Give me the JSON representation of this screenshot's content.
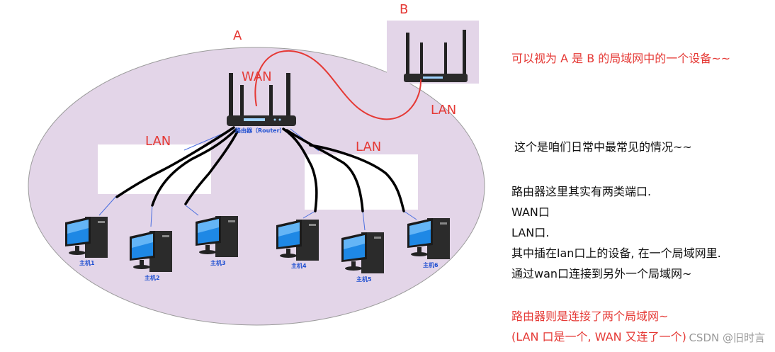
{
  "diagram": {
    "label_a": "A",
    "label_b": "B",
    "label_wan": "WAN",
    "label_lan_b": "LAN",
    "label_lan_left": "LAN",
    "label_lan_right": "LAN",
    "router_caption": "路由器（Router）",
    "hosts": [
      "主机1",
      "主机2",
      "主机3",
      "主机4",
      "主机5",
      "主机6"
    ]
  },
  "notes": {
    "top_note": "可以视为 A 是 B 的局域网中的一个设备~~",
    "line1": "这个是咱们日常中最常见的情况~~",
    "line2": "路由器这里其实有两类端口.",
    "line3": "WAN口",
    "line4": "LAN口.",
    "line5": "其中插在lan口上的设备, 在一个局域网里.",
    "line6": "通过wan口连接到另外一个局域网~",
    "red1": "路由器则是连接了两个局域网~",
    "red2": "(LAN 口是一个, WAN 又连了一个)"
  },
  "watermark": "CSDN @旧时言",
  "colors": {
    "ellipse_fill": "#e3d5e8",
    "box_b_fill": "#e3d5e8",
    "red": "#e53935",
    "cable": "#000000",
    "blue_line": "#4a6ee0"
  }
}
